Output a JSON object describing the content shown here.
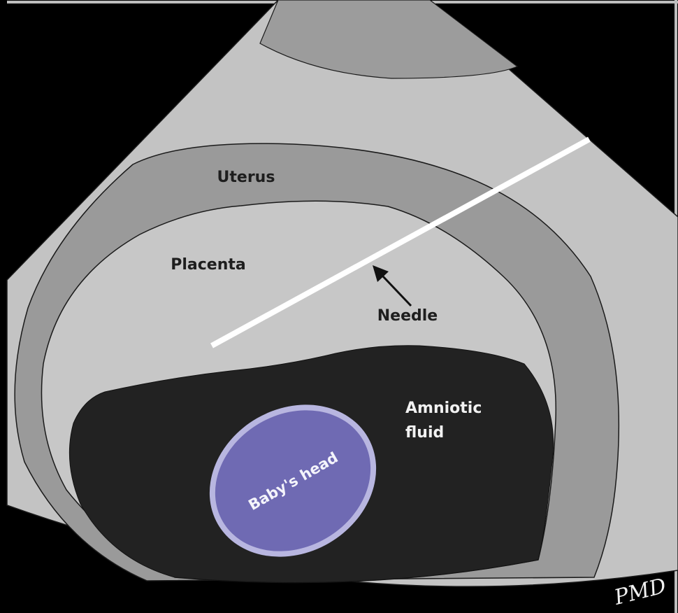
{
  "labels": {
    "uterus": "Uterus",
    "placenta": "Placenta",
    "needle": "Needle",
    "amniotic_line1": "Amniotic",
    "amniotic_line2": "fluid",
    "babys_head": "Baby's head"
  },
  "signature": "PMD",
  "colors": {
    "background": "#000000",
    "sector": "#c3c3c3",
    "uterus_wall": "#9a9a9a",
    "placenta": "#c7c7c7",
    "amniotic_fluid": "#222222",
    "babys_head": "#6f6ab3",
    "needle": "#ffffff"
  }
}
